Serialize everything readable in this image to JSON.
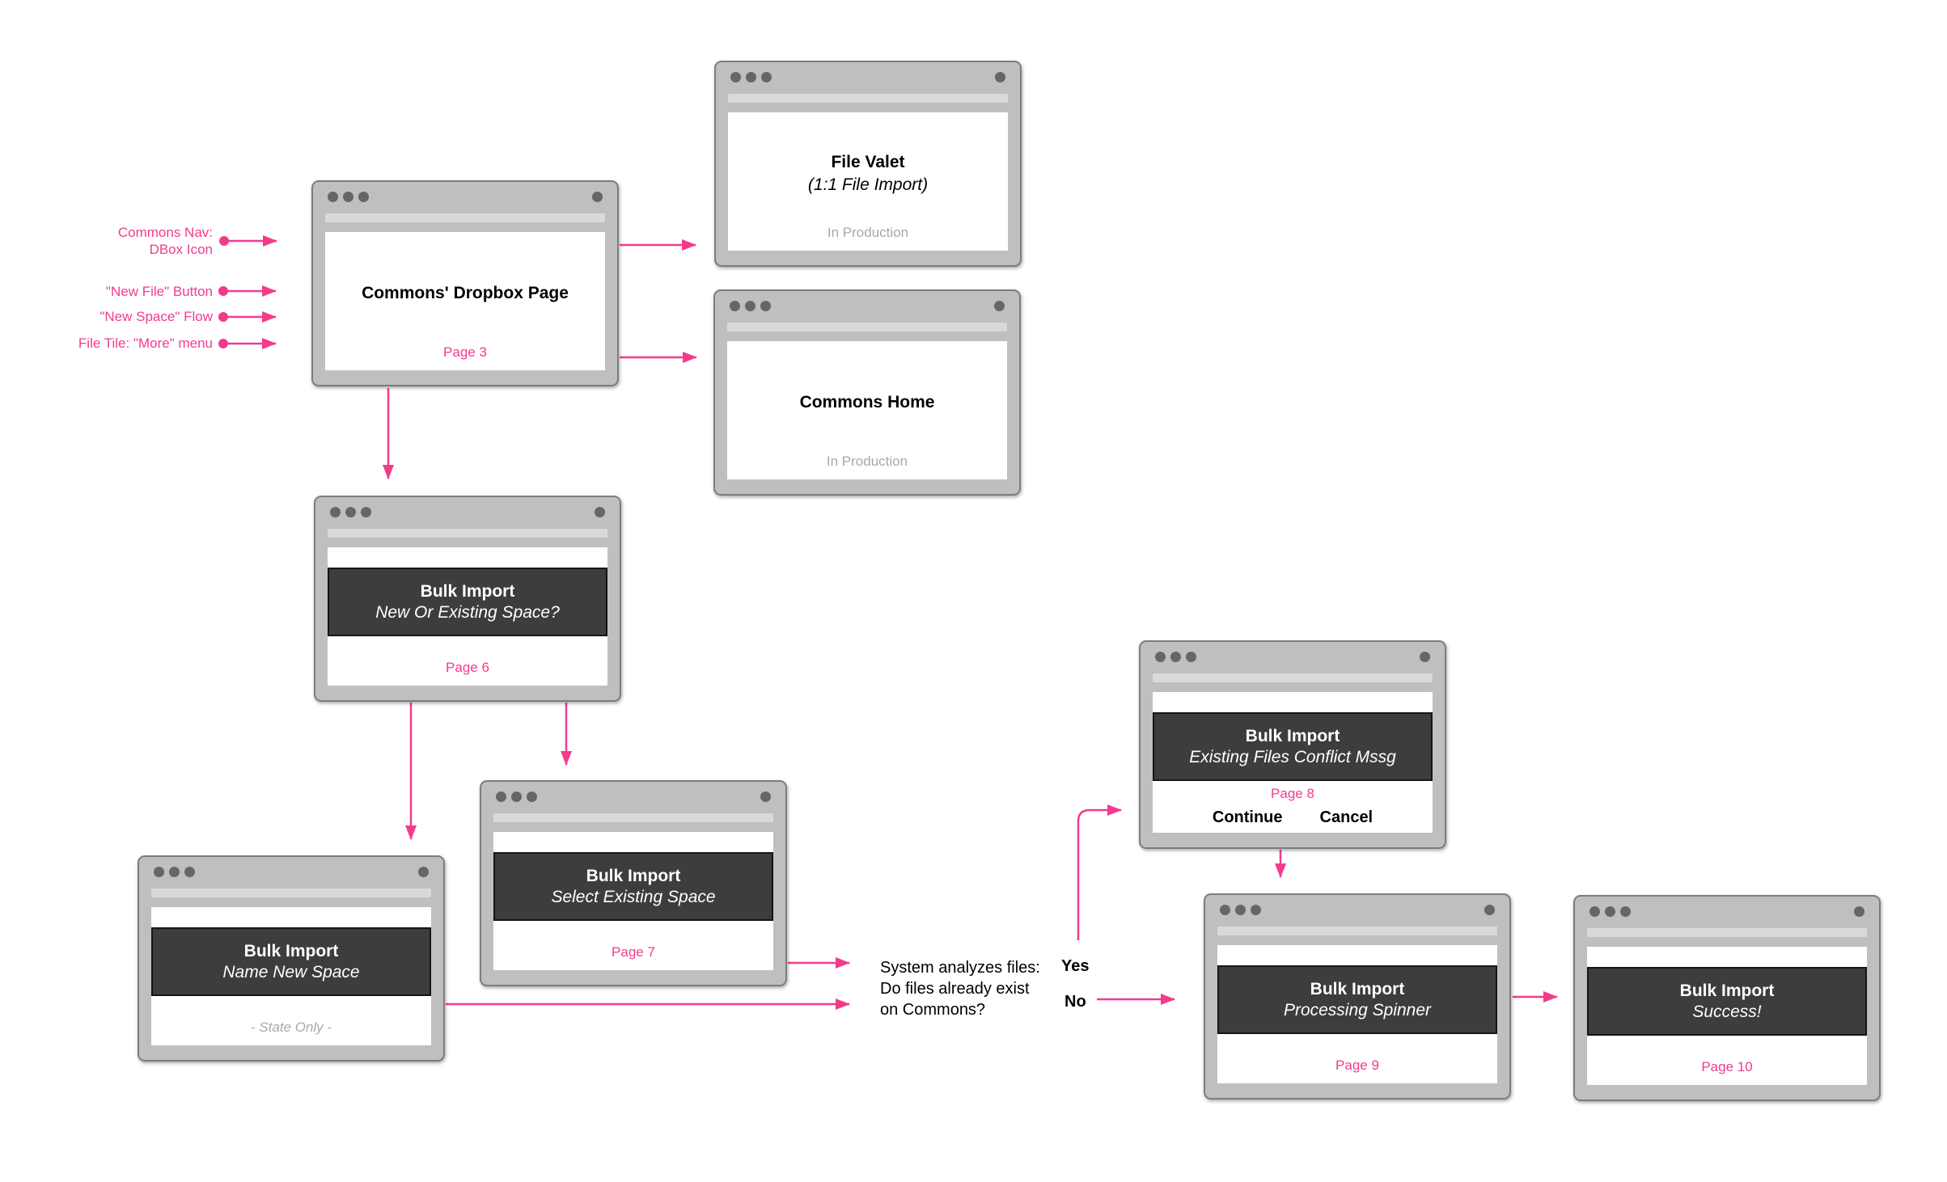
{
  "colors": {
    "accent_pink": "#F33B8E",
    "banner_dark": "#3D3D3D",
    "window_chrome": "#BFBFBF",
    "muted_text": "#A8A8A8"
  },
  "annotations": {
    "commons_nav": {
      "line1": "Commons Nav:",
      "line2": "DBox Icon"
    },
    "new_file": {
      "label": "\"New File\" Button"
    },
    "new_space": {
      "label": "\"New Space\" Flow"
    },
    "file_tile": {
      "label": "File Tile: \"More\" menu"
    }
  },
  "windows": {
    "dropbox": {
      "title": "Commons' Dropbox Page",
      "page": "Page 3"
    },
    "file_valet": {
      "title": "File Valet",
      "subtitle": "(1:1 File Import)",
      "status": "In Production"
    },
    "commons_home": {
      "title": "Commons Home",
      "status": "In Production"
    },
    "new_or_existing": {
      "banner_title": "Bulk Import",
      "banner_subtitle": "New Or Existing Space?",
      "page": "Page 6"
    },
    "name_new_space": {
      "banner_title": "Bulk Import",
      "banner_subtitle": "Name New Space",
      "status": "- State Only -"
    },
    "select_existing": {
      "banner_title": "Bulk Import",
      "banner_subtitle": "Select Existing Space",
      "page": "Page 7"
    },
    "conflict": {
      "banner_title": "Bulk Import",
      "banner_subtitle": "Existing Files Conflict Mssg",
      "page": "Page 8",
      "continue_label": "Continue",
      "cancel_label": "Cancel"
    },
    "spinner": {
      "banner_title": "Bulk Import",
      "banner_subtitle": "Processing Spinner",
      "page": "Page 9"
    },
    "success": {
      "banner_title": "Bulk Import",
      "banner_subtitle": "Success!",
      "page": "Page 10"
    }
  },
  "decision": {
    "line1": "System analyzes files:",
    "line2": "Do files already exist",
    "line3": "on Commons?",
    "yes": "Yes",
    "no": "No"
  }
}
